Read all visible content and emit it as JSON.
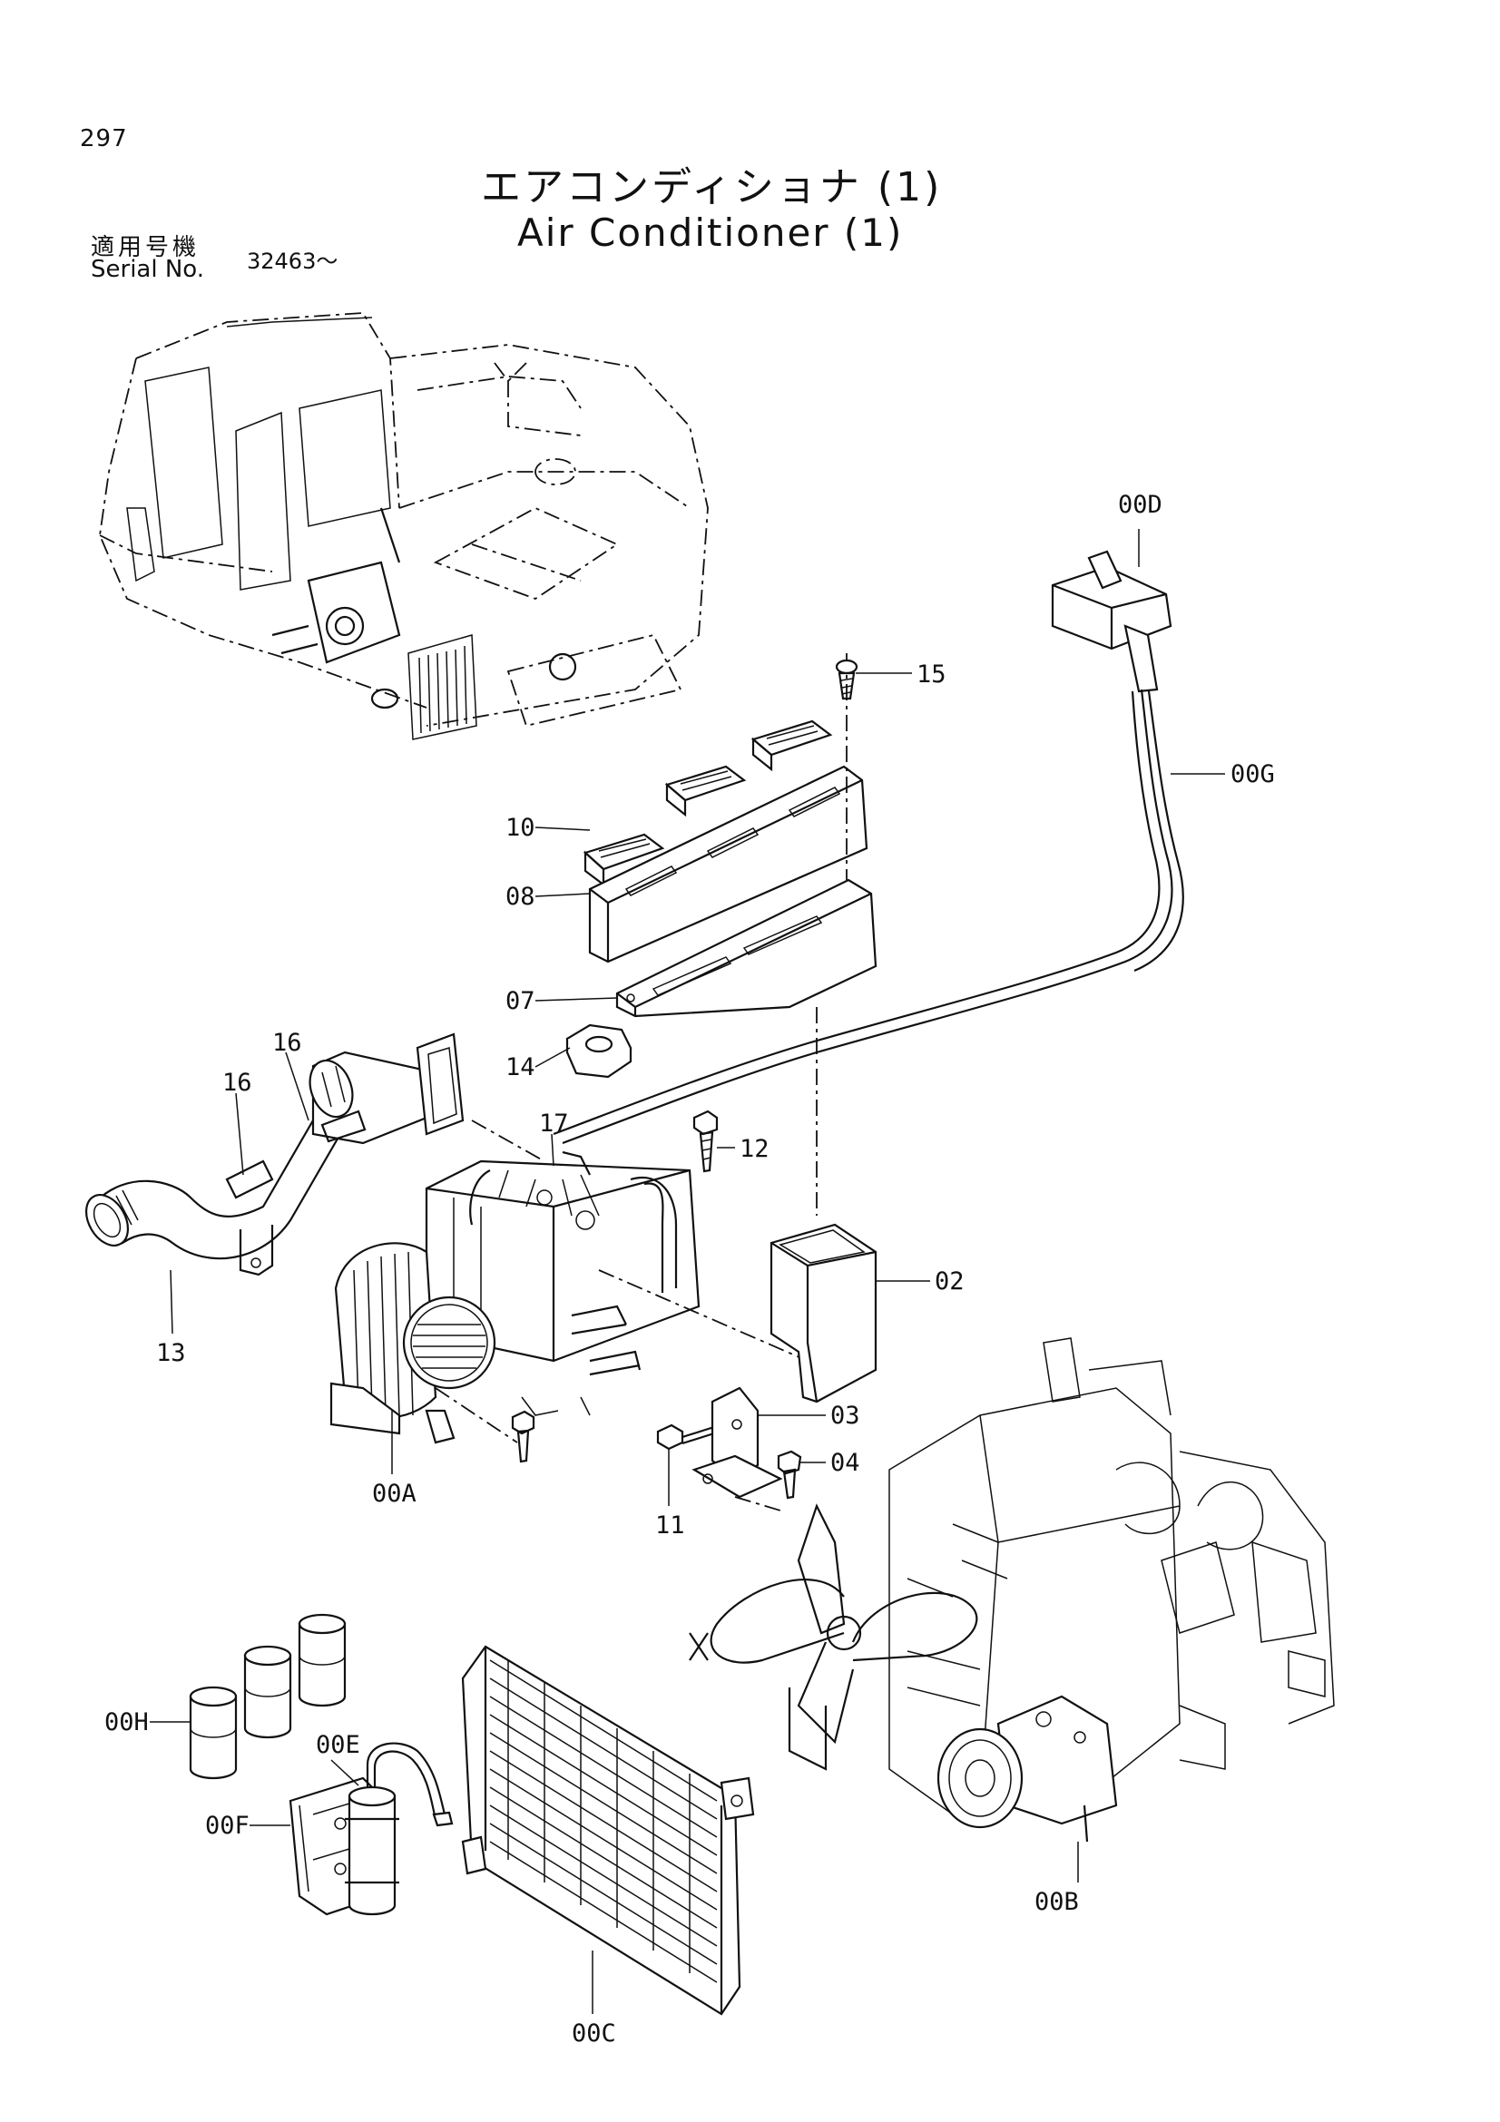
{
  "page": {
    "number": "297",
    "title_ja": "エアコンディショナ (1)",
    "title_en": "Air Conditioner (1)",
    "serial_label_ja": "適用号機",
    "serial_label_en": "Serial No.",
    "serial_value": "32463～"
  },
  "callouts": {
    "c00D": "00D",
    "c15": "15",
    "c00G": "00G",
    "c10": "10",
    "c08": "08",
    "c07": "07",
    "c14": "14",
    "c16a": "16",
    "c16b": "16",
    "c17": "17",
    "c12": "12",
    "c02": "02",
    "c13": "13",
    "c03": "03",
    "c04": "04",
    "c00A": "00A",
    "c11": "11",
    "c00H": "00H",
    "c00E": "00E",
    "c00F": "00F",
    "c00B": "00B",
    "c00C": "00C"
  }
}
